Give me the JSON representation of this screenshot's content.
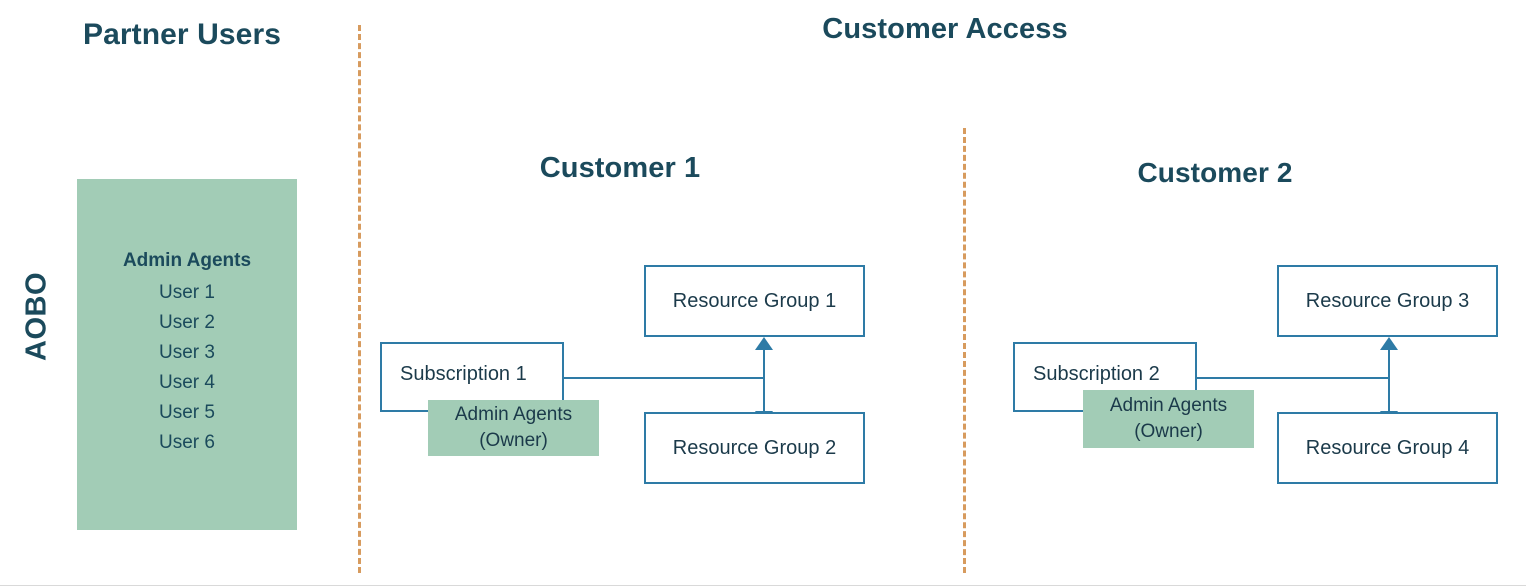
{
  "headers": {
    "partner_users": "Partner Users",
    "customer_access": "Customer Access"
  },
  "side_label": "AOBO",
  "partner_panel": {
    "heading": "Admin Agents",
    "users": [
      "User 1",
      "User 2",
      "User 3",
      "User 4",
      "User 5",
      "User 6"
    ]
  },
  "customers": [
    {
      "title": "Customer 1",
      "subscription": "Subscription 1",
      "role_label_line1": "Admin Agents",
      "role_label_line2": "(Owner)",
      "resource_group_top": "Resource Group 1",
      "resource_group_bottom": "Resource Group 2"
    },
    {
      "title": "Customer 2",
      "subscription": "Subscription 2",
      "role_label_line1": "Admin Agents",
      "role_label_line2": "(Owner)",
      "resource_group_top": "Resource Group 3",
      "resource_group_bottom": "Resource Group 4"
    }
  ],
  "colors": {
    "heading_navy": "#1b4a5c",
    "box_border_blue": "#2e7ba6",
    "green_fill": "#a2ccb6",
    "divider_orange": "#d79b5e",
    "body_text": "#1b3a4a",
    "background": "#ffffff"
  }
}
